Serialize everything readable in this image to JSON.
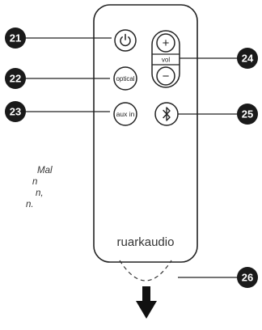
{
  "remote": {
    "buttons": {
      "power_icon": "power-icon",
      "optical_label": "optical",
      "aux_label": "aux in",
      "bluetooth_icon": "bluetooth-icon",
      "vol_plus": "+",
      "vol_minus": "−",
      "vol_label": "vol"
    },
    "brand": "ruarkaudio"
  },
  "callouts": {
    "power": "21",
    "optical": "22",
    "aux": "23",
    "volume": "24",
    "bluetooth": "25",
    "ir_window": "26"
  },
  "side_text": {
    "line1": "Mal",
    "line2": "n",
    "line3": "n,",
    "line4": "n."
  },
  "colors": {
    "callout_fill": "#1a1a1a",
    "callout_text": "#ffffff",
    "outline": "#222222"
  }
}
